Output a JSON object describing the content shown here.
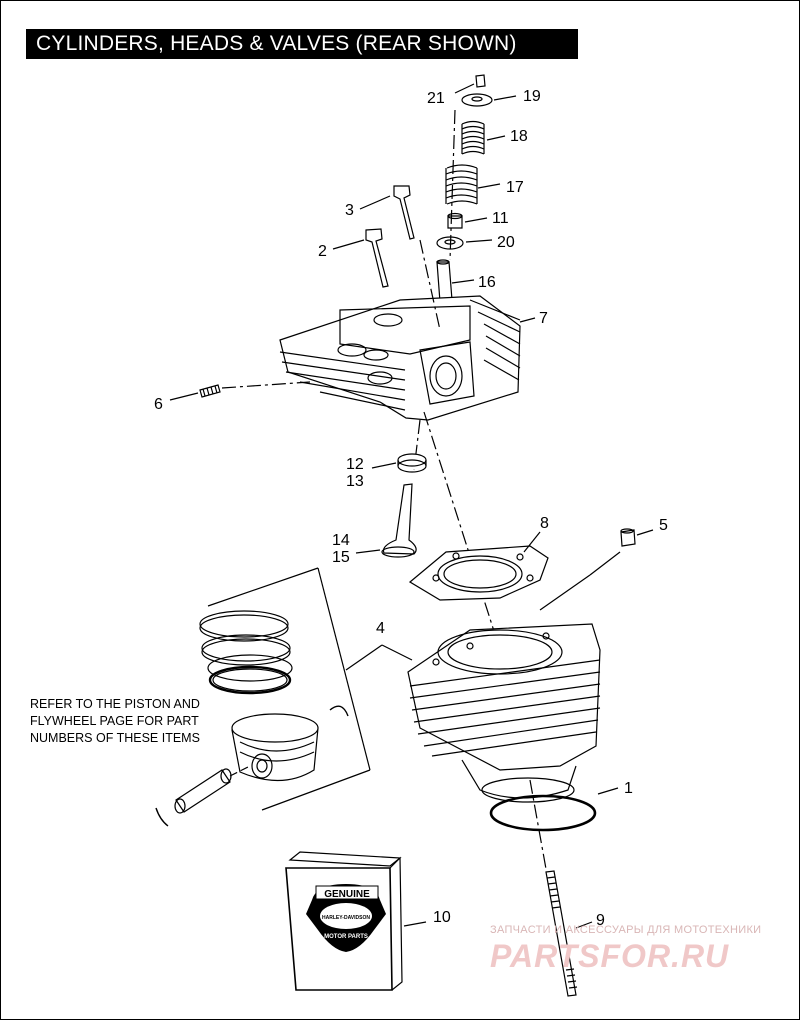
{
  "title": "CYLINDERS, HEADS & VALVES (REAR SHOWN)",
  "note": "REFER TO THE PISTON AND FLYWHEEL PAGE FOR PART NUMBERS OF THESE ITEMS",
  "callouts": {
    "c1": "1",
    "c2": "2",
    "c3": "3",
    "c4": "4",
    "c5": "5",
    "c6": "6",
    "c7": "7",
    "c8": "8",
    "c9": "9",
    "c10": "10",
    "c11": "11",
    "c12": "12",
    "c13": "13",
    "c14": "14",
    "c15": "15",
    "c16": "16",
    "c17": "17",
    "c18": "18",
    "c19": "19",
    "c20": "20",
    "c21": "21"
  },
  "logo": {
    "top": "GENUINE",
    "middle": "HARLEY-DAVIDSON",
    "bottom": "MOTOR PARTS"
  },
  "watermark": {
    "caption": "ЗАПЧАСТИ И АКСЕССУАРЫ ДЛЯ МОТОТЕХНИКИ",
    "brand": "PARTSFOR.RU"
  }
}
